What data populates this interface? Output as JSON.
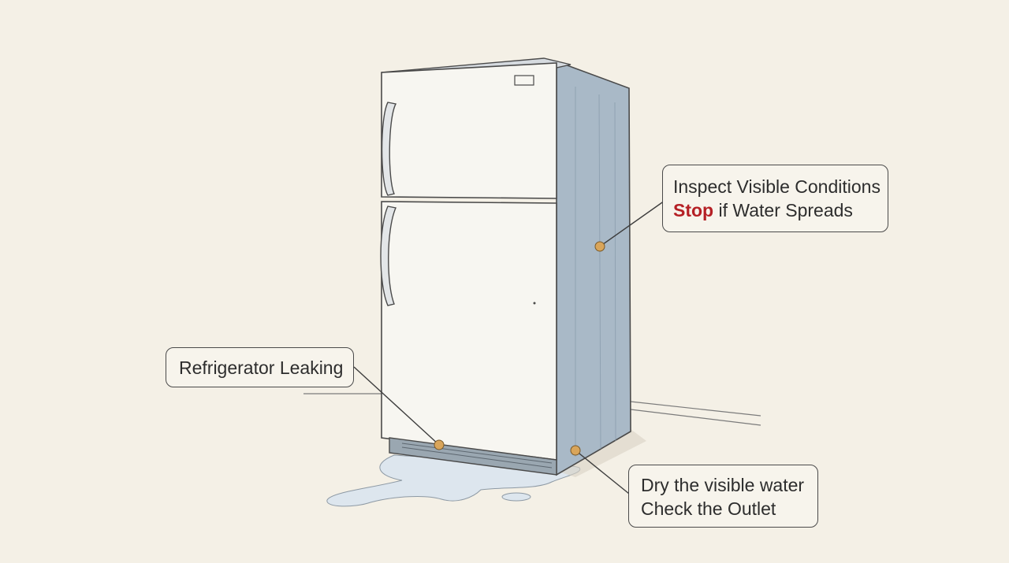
{
  "callouts": {
    "inspect": {
      "line1": "Inspect Visible Conditions",
      "stop_word": "Stop",
      "line2_rest": " if Water Spreads"
    },
    "leak": {
      "label": "Refrigerator Leaking"
    },
    "dry": {
      "line1": "Dry the visible water",
      "line2": "Check the Outlet"
    }
  },
  "colors": {
    "background": "#f4f0e6",
    "fridge_front": "#f7f6f1",
    "fridge_side": "#a9b9c7",
    "water": "#dde6ee",
    "marker": "#d9a55a",
    "stop_text": "#b52025",
    "outline": "#4a4a4a"
  },
  "icons": [
    "refrigerator-illustration",
    "water-puddle",
    "callout-marker"
  ]
}
